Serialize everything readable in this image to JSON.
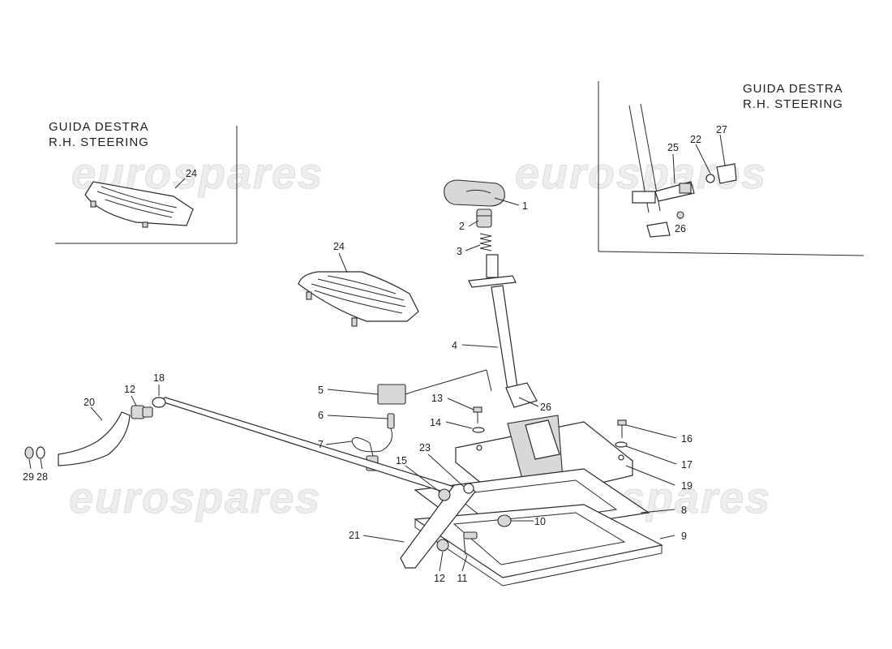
{
  "watermark": "eurospares",
  "insets": {
    "left": {
      "line1": "GUIDA DESTRA",
      "line2": "R.H. STEERING"
    },
    "right": {
      "line1": "GUIDA DESTRA",
      "line2": "R.H. STEERING"
    }
  },
  "callouts": {
    "c1": "1",
    "c2": "2",
    "c3": "3",
    "c4": "4",
    "c5": "5",
    "c6": "6",
    "c7": "7",
    "c8": "8",
    "c9": "9",
    "c10": "10",
    "c11": "11",
    "c12a": "12",
    "c12b": "12",
    "c13": "13",
    "c14": "14",
    "c15": "15",
    "c16": "16",
    "c17": "17",
    "c18": "18",
    "c19": "19",
    "c20": "20",
    "c21": "21",
    "c22": "22",
    "c23": "23",
    "c24a": "24",
    "c24b": "24",
    "c25": "25",
    "c26a": "26",
    "c26b": "26",
    "c27": "27",
    "c28": "28",
    "c29": "29"
  }
}
